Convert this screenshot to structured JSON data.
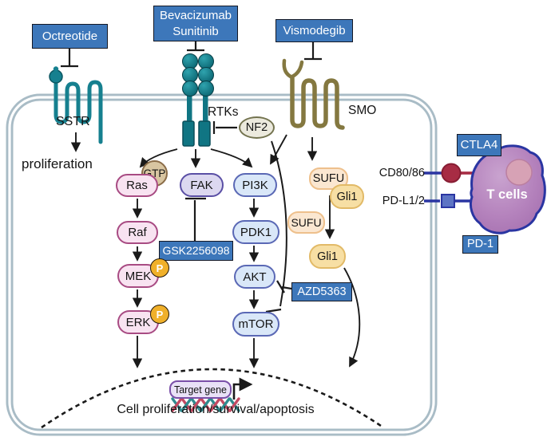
{
  "figure": {
    "drugs": {
      "octreotide": "Octreotide",
      "bevacizumab": "Bevacizumab",
      "sunitinib": "Sunitinib",
      "vismodegib": "Vismodegib",
      "gsk2256098": "GSK2256098",
      "azd5363": "AZD5363"
    },
    "receptors": {
      "sstr": "SSTR",
      "rtks": "RTKs",
      "smo": "SMO"
    },
    "nodes": {
      "nf2": "NF2",
      "ras": "Ras",
      "gtp": "GTP",
      "raf": "Raf",
      "mek": "MEK",
      "erk": "ERK",
      "phospho": "P",
      "fak": "FAK",
      "pi3k": "PI3K",
      "pdk1": "PDK1",
      "akt": "AKT",
      "mtor": "mTOR",
      "sufu": "SUFU",
      "gli1": "Gli1"
    },
    "immune": {
      "ctla4": "CTLA4",
      "pd1": "PD-1",
      "cd80_86": "CD80/86",
      "pd_l1_2": "PD-L1/2",
      "t_cells": "T cells"
    },
    "labels": {
      "proliferation": "proliferation",
      "target_gene": "Target gene",
      "outcome": "Cell proliferation/survival/apoptosis"
    },
    "colors": {
      "drug_box_blue": "#3d77ba",
      "membrane_gray_blue": "#a9bcc6",
      "receptor_teal": "#107583",
      "smo_olive": "#847840",
      "pink_node": "#f8e3f1",
      "pink_border": "#a84b83",
      "blue_node": "#d9e7f8",
      "blue_border": "#5a68b5",
      "fak_node": "#dcd8f0",
      "sufu_node": "#fbe7d1",
      "gli_node": "#f7dfa4",
      "phospho_yellow": "#f0b02a",
      "tcell_purple": "#b583bd",
      "tcell_border_blue": "#2a35a2",
      "cd80_red": "#a72c44",
      "dna_teal": "#2f8b8f",
      "dna_red": "#c44a62"
    }
  }
}
